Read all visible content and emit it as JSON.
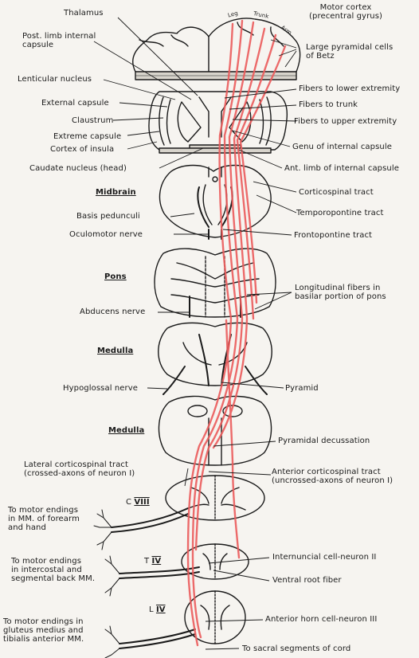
{
  "labels": {
    "thalamus": "Thalamus",
    "post_limb_internal_capsule": "Post. limb internal\ncapsule",
    "lenticular_nucleus": "Lenticular nucleus",
    "external_capsule": "External capsule",
    "claustrum": "Claustrum",
    "extreme_capsule": "Extreme capsule",
    "cortex_of_insula": "Cortex of insula",
    "caudate_nucleus": "Caudate nucleus (head)",
    "motor_cortex": "Motor cortex\n(precentral gyrus)",
    "leg": "Leg",
    "trunk": "Trunk",
    "arm": "Arm",
    "large_pyramidal_cells": "Large pyramidal cells\nof Betz",
    "fibers_lower_extremity": "Fibers to lower extremity",
    "fibers_trunk": "Fibers to trunk",
    "fibers_upper_extremity": "Fibers to upper extremity",
    "genu_internal_capsule": "Genu of internal capsule",
    "ant_limb_internal_capsule": "Ant. limb of internal capsule",
    "midbrain": "Midbrain",
    "basis_pedunculi": "Basis pedunculi",
    "oculomotor_nerve": "Oculomotor nerve",
    "corticospinal_tract": "Corticospinal tract",
    "temporopontine_tract": "Temporopontine tract",
    "frontopontine_tract": "Frontopontine tract",
    "pons": "Pons",
    "abducens_nerve": "Abducens nerve",
    "longitudinal_fibers": "Longitudinal fibers in\nbasilar portion of pons",
    "medulla_1": "Medulla",
    "hypoglossal_nerve": "Hypoglossal nerve",
    "pyramid": "Pyramid",
    "medulla_2": "Medulla",
    "pyramidal_decussation": "Pyramidal decussation",
    "lateral_corticospinal": "Lateral corticospinal tract\n(crossed-axons of neuron I)",
    "anterior_corticospinal": "Anterior corticospinal tract\n(uncrossed-axons of neuron I)",
    "segment_c8_letter": "C",
    "segment_c8_roman": "VIII",
    "to_motor_forearm": "To motor endings\nin MM. of forearm\nand hand",
    "segment_t4_letter": "T",
    "segment_t4_roman": "IV",
    "to_motor_intercostal": "To motor endings\nin intercostal and\nsegmental back MM.",
    "internuncial": "Internuncial cell-neuron II",
    "ventral_root_fiber": "Ventral root fiber",
    "segment_l4_letter": "L",
    "segment_l4_roman": "IV",
    "to_motor_gluteus": "To motor endings in\ngluteus medius and\ntibialis anterior MM.",
    "anterior_horn_cell": "Anterior horn cell-neuron III",
    "to_sacral": "To sacral segments of cord"
  },
  "colors": {
    "tract": "#ec5c5c",
    "tract_light": "#f29a9a",
    "outline": "#1a1a1a",
    "background": "#f6f4f0"
  }
}
